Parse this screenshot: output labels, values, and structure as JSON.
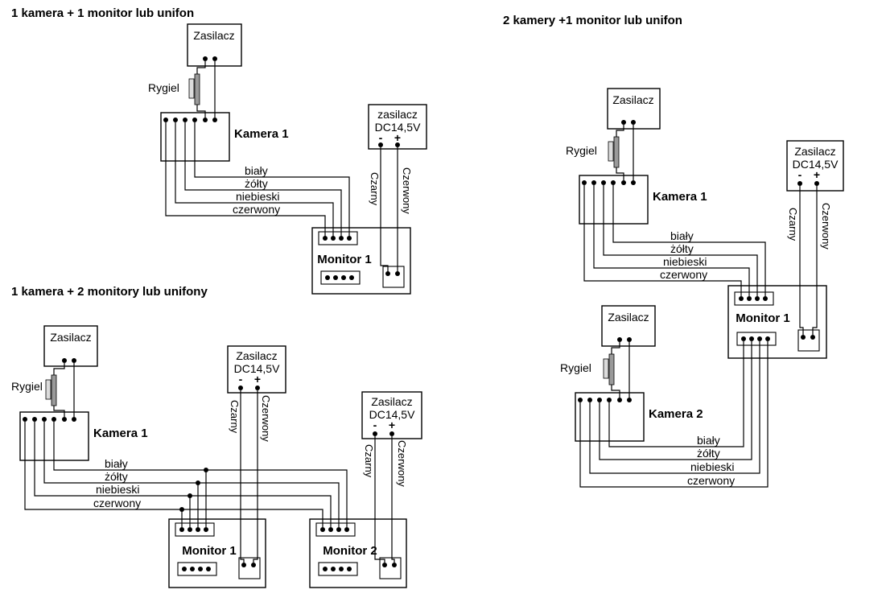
{
  "d1": {
    "title": "1 kamera + 1 monitor lub unifon",
    "zasilacz": "Zasilacz",
    "rygiel": "Rygiel",
    "kamera": "Kamera 1",
    "monitor": "Monitor 1",
    "dc": {
      "l1": "zasilacz",
      "l2": "DC14,5V",
      "minus": "-",
      "plus": "+"
    },
    "w": {
      "bialy": "biały",
      "zolty": "żółty",
      "niebieski": "niebieski",
      "czerwony": "czerwony"
    },
    "pw": {
      "czarny": "Czarny",
      "czerwony": "Czerwony"
    }
  },
  "d2": {
    "title": "1 kamera + 2 monitory lub unifony",
    "zasilacz": "Zasilacz",
    "rygiel": "Rygiel",
    "kamera": "Kamera 1",
    "monitor1": "Monitor 1",
    "monitor2": "Monitor 2",
    "dc1": {
      "l1": "Zasilacz",
      "l2": "DC14,5V",
      "minus": "-",
      "plus": "+"
    },
    "dc2": {
      "l1": "Zasilacz",
      "l2": "DC14,5V",
      "minus": "-",
      "plus": "+"
    },
    "w": {
      "bialy": "biały",
      "zolty": "żółty",
      "niebieski": "niebieski",
      "czerwony": "czerwony"
    },
    "pw1": {
      "czarny": "Czarny",
      "czerwony": "Czerwony"
    },
    "pw2": {
      "czarny": "Czarny",
      "czerwony": "Czerwony"
    }
  },
  "d3": {
    "title": "2 kamery +1 monitor lub unifon",
    "zasilacz1": "Zasilacz",
    "zasilacz2": "Zasilacz",
    "rygiel1": "Rygiel",
    "rygiel2": "Rygiel",
    "kamera1": "Kamera 1",
    "kamera2": "Kamera 2",
    "monitor": "Monitor 1",
    "dc": {
      "l1": "Zasilacz",
      "l2": "DC14,5V",
      "minus": "-",
      "plus": "+"
    },
    "w1": {
      "bialy": "biały",
      "zolty": "żółty",
      "niebieski": "niebieski",
      "czerwony": "czerwony"
    },
    "w2": {
      "bialy": "biały",
      "zolty": "żółty",
      "niebieski": "niebieski",
      "czerwony": "czerwony"
    },
    "pw": {
      "czarny": "Czarny",
      "czerwony": "Czerwony"
    }
  }
}
